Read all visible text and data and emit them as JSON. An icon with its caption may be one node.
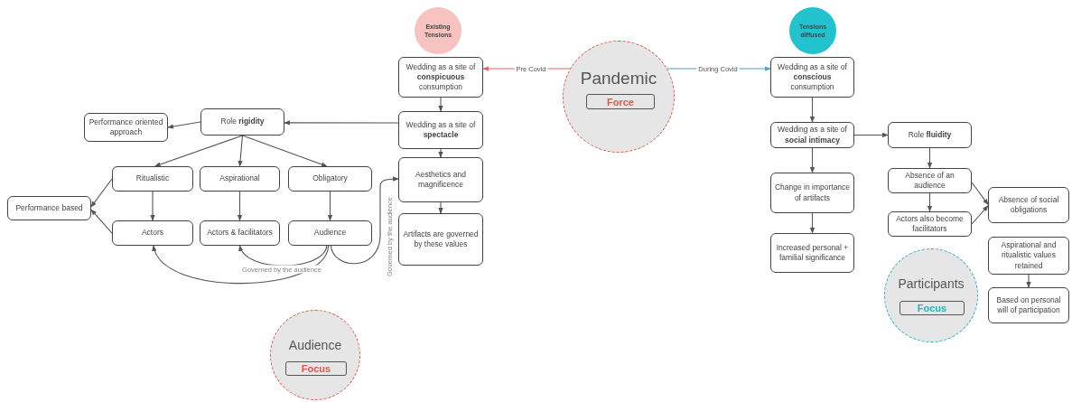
{
  "diagram": {
    "nodes": [
      {
        "text": [
          "Existing Tensions"
        ]
      },
      {
        "text": [
          "Tensions diffused"
        ]
      },
      {
        "text": [
          "Pandemic"
        ]
      },
      {
        "text": [
          "Force"
        ],
        "in": 2
      },
      {
        "text": [
          "Wedding as a site of **conspicuous** consumption"
        ]
      },
      {
        "text": [
          "Wedding as a site of **spectacle**"
        ]
      },
      {
        "text": [
          "Aesthetics and magnificence"
        ]
      },
      {
        "text": [
          "Artifacts are governed by these values"
        ]
      },
      {
        "text": [
          "Role **rigidity**"
        ]
      },
      {
        "text": [
          "Performance oriented approach"
        ]
      },
      {
        "text": [
          "Ritualistic"
        ]
      },
      {
        "text": [
          "Aspirational"
        ]
      },
      {
        "text": [
          "Obligatory"
        ]
      },
      {
        "text": [
          "Performance based"
        ]
      },
      {
        "text": [
          "Actors"
        ]
      },
      {
        "text": [
          "Actors & facilitators"
        ]
      },
      {
        "text": [
          "Audience"
        ]
      },
      {
        "text": [
          "Audience"
        ]
      },
      {
        "text": [
          "Focus"
        ],
        "in": 17
      },
      {
        "text": [
          "Wedding as a site of **conscious** consumption"
        ]
      },
      {
        "text": [
          "Wedding as a site of **social intimacy**"
        ]
      },
      {
        "text": [
          "Change in importance of artifacts"
        ]
      },
      {
        "text": [
          "Increased personal + familial significance"
        ]
      },
      {
        "text": [
          "Role **fluidity**"
        ]
      },
      {
        "text": [
          "Absence of an audience"
        ]
      },
      {
        "text": [
          "Actors also become facilitators"
        ]
      },
      {
        "text": [
          "Absence of social obligations"
        ]
      },
      {
        "text": [
          "Aspirational and ritualistic values retained"
        ]
      },
      {
        "text": [
          "Based on personal will of participation"
        ]
      },
      {
        "text": [
          "Participants"
        ]
      },
      {
        "text": [
          "Focus"
        ],
        "in": 29
      }
    ],
    "edges": [
      {
        "from": 2,
        "to": 4,
        "arrow": "to",
        "label": "Pre Covid",
        "color": "#e5645a"
      },
      {
        "from": 2,
        "to": 19,
        "arrow": "to",
        "label": "During Covid",
        "color": "#4a9fd8"
      },
      {
        "from": 4,
        "to": 5,
        "arrow": "to"
      },
      {
        "from": 5,
        "to": 6,
        "arrow": "to"
      },
      {
        "from": 6,
        "to": 7,
        "arrow": "to"
      },
      {
        "from": 5,
        "to": 8,
        "arrow": "to"
      },
      {
        "from": 8,
        "to": 9,
        "arrow": "to"
      },
      {
        "from": 8,
        "to": 10,
        "arrow": "to"
      },
      {
        "from": 8,
        "to": 11,
        "arrow": "to"
      },
      {
        "from": 8,
        "to": 12,
        "arrow": "to"
      },
      {
        "from": 10,
        "to": 14,
        "arrow": "to"
      },
      {
        "from": 11,
        "to": 15,
        "arrow": "to"
      },
      {
        "from": 12,
        "to": 16,
        "arrow": "to"
      },
      {
        "from": 10,
        "to": 13,
        "arrow": "to"
      },
      {
        "from": 14,
        "to": 13,
        "arrow": "to"
      },
      {
        "from": 16,
        "to": 14,
        "arrow": "to"
      },
      {
        "from": 16,
        "to": 15,
        "arrow": "to",
        "label": "Governed by the audience"
      },
      {
        "from": 16,
        "to": 6,
        "arrow": "to",
        "label": "Governed by the audience"
      },
      {
        "from": 19,
        "to": 20,
        "arrow": "to"
      },
      {
        "from": 20,
        "to": 23,
        "arrow": "to"
      },
      {
        "from": 20,
        "to": 21,
        "arrow": "to"
      },
      {
        "from": 21,
        "to": 22,
        "arrow": "to"
      },
      {
        "from": 23,
        "to": 24,
        "arrow": "to"
      },
      {
        "from": 24,
        "to": 25,
        "arrow": "to"
      },
      {
        "from": 24,
        "to": 26,
        "arrow": "to"
      },
      {
        "from": 25,
        "to": 26,
        "arrow": "to"
      },
      {
        "from": 27,
        "to": 28,
        "arrow": "to"
      }
    ]
  }
}
